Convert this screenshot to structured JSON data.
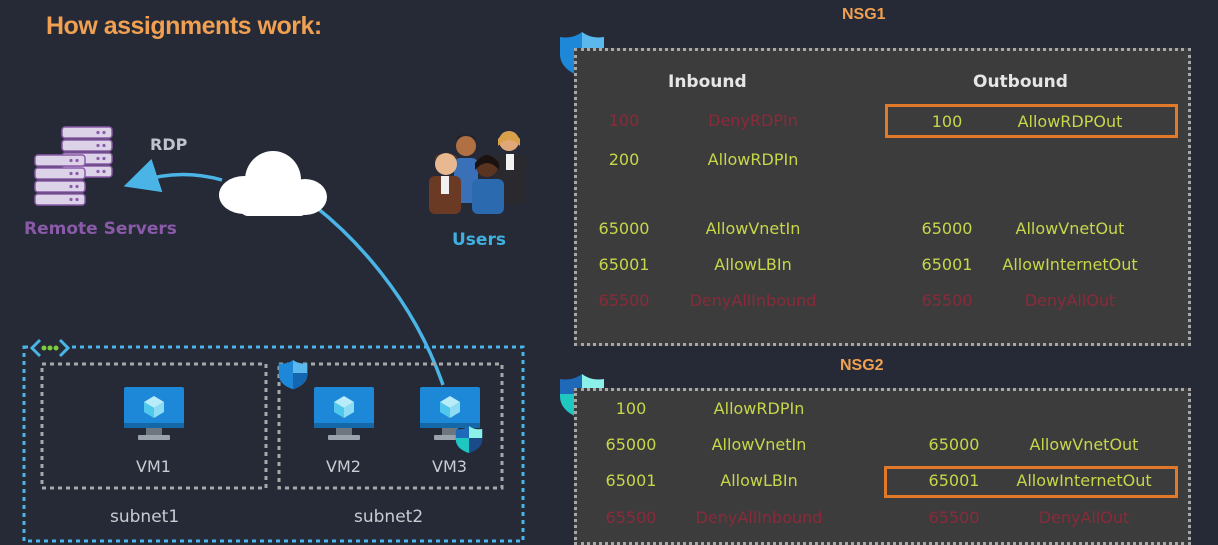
{
  "title": "How assignments work:",
  "labels": {
    "rdp": "RDP",
    "remote_servers": "Remote Servers",
    "users": "Users"
  },
  "vms": [
    "VM1",
    "VM2",
    "VM3"
  ],
  "subnets": [
    "subnet1",
    "subnet2"
  ],
  "nsg1": {
    "title": "NSG1",
    "inbound_header": "Inbound",
    "outbound_header": "Outbound",
    "inbound": [
      {
        "priority": "100",
        "name": "DenyRDPIn",
        "action": "deny"
      },
      {
        "priority": "200",
        "name": "AllowRDPIn",
        "action": "allow"
      },
      {
        "priority": "65000",
        "name": "AllowVnetIn",
        "action": "allow"
      },
      {
        "priority": "65001",
        "name": "AllowLBIn",
        "action": "allow"
      },
      {
        "priority": "65500",
        "name": "DenyAllInbound",
        "action": "deny"
      }
    ],
    "outbound": [
      {
        "priority": "100",
        "name": "AllowRDPOut",
        "action": "allow",
        "highlighted": true
      },
      {
        "priority": "65000",
        "name": "AllowVnetOut",
        "action": "allow"
      },
      {
        "priority": "65001",
        "name": "AllowInternetOut",
        "action": "allow"
      },
      {
        "priority": "65500",
        "name": "DenyAllOut",
        "action": "deny"
      }
    ]
  },
  "nsg2": {
    "title": "NSG2",
    "inbound": [
      {
        "priority": "100",
        "name": "AllowRDPIn",
        "action": "allow"
      },
      {
        "priority": "65000",
        "name": "AllowVnetIn",
        "action": "allow"
      },
      {
        "priority": "65001",
        "name": "AllowLBIn",
        "action": "allow"
      },
      {
        "priority": "65500",
        "name": "DenyAllInbound",
        "action": "deny"
      }
    ],
    "outbound": [
      {
        "priority": "65000",
        "name": "AllowVnetOut",
        "action": "allow"
      },
      {
        "priority": "65001",
        "name": "AllowInternetOut",
        "action": "allow",
        "highlighted": true
      },
      {
        "priority": "65500",
        "name": "DenyAllOut",
        "action": "deny"
      }
    ]
  },
  "colors": {
    "background": "#252a36",
    "accent_orange": "#f0a050",
    "allow": "#c8d64a",
    "deny": "#8a2a3a",
    "highlight": "#e07a2a",
    "link_blue": "#4ab4e6",
    "remote_servers": "#8a5aa8",
    "users": "#3fb0e0"
  },
  "icons": [
    "server-stack-icon",
    "cloud-icon",
    "users-group-icon",
    "vnet-icon",
    "vm-monitor-icon",
    "shield-icon"
  ]
}
